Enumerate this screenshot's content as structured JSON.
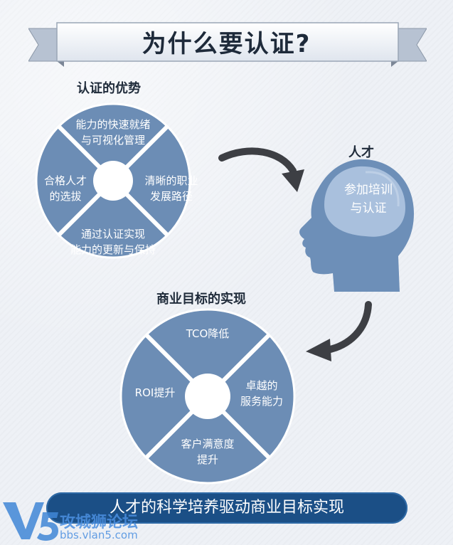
{
  "title": "为什么要认证?",
  "advantages": {
    "heading": "认证的优势",
    "segments": [
      {
        "label_line1": "能力的快速就绪",
        "label_line2": "与可视化管理"
      },
      {
        "label_line1": "清晰的职业",
        "label_line2": "发展路径"
      },
      {
        "label_line1": "通过认证实现",
        "label_line2": "能力的更新与保持"
      },
      {
        "label_line1": "合格人才",
        "label_line2": "的选拔"
      }
    ]
  },
  "talent": {
    "heading": "人才",
    "brain_line1": "参加培训",
    "brain_line2": "与认证"
  },
  "business": {
    "heading": "商业目标的实现",
    "segments": [
      {
        "label_line1": "TCO降低",
        "label_line2": ""
      },
      {
        "label_line1": "卓越的",
        "label_line2": "服务能力"
      },
      {
        "label_line1": "客户满意度",
        "label_line2": "提升"
      },
      {
        "label_line1": "ROI提升",
        "label_line2": ""
      }
    ]
  },
  "bottom_banner": "人才的科学培养驱动商业目标实现",
  "watermark": {
    "logo": "V5",
    "name": "攻城狮论坛",
    "url": "bbs.vlan5.com"
  },
  "colors": {
    "wheel_fill": "#6c8db5",
    "wheel_border": "#ffffff",
    "head_fill": "#6d8fb8",
    "brain_fill": "#a9c0dd",
    "arrow": "#3d3f44",
    "banner_dark": "#1b4f86",
    "title_text": "#1e2a3a"
  }
}
